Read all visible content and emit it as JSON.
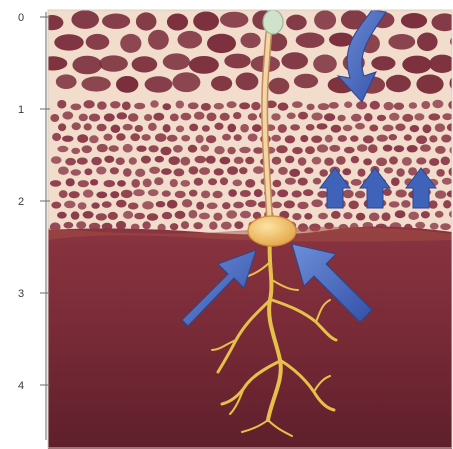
{
  "diagram": {
    "depth_scale": {
      "tick_labels": [
        "0",
        "1",
        "2",
        "3",
        "4"
      ]
    },
    "layers": [
      "coarse-gravel-top-layer",
      "fine-gravel-layer",
      "dark-clay-subsoil"
    ],
    "elements": [
      "seedling-stem",
      "seed",
      "root-system",
      "downward-water-arrow",
      "upward-water-arrows",
      "inward-water-arrows"
    ],
    "colors": {
      "top_soil_bg": "#f2dccc",
      "pebble_coarse": "#7b2f3c",
      "pebble_fine": "#8a3a48",
      "subsoil": "#7d2c38",
      "subsoil_dark": "#5a1e2a",
      "seed": "#f3c26a",
      "roots": "#e7c04a",
      "arrow_blue": "#3f63b8"
    }
  }
}
